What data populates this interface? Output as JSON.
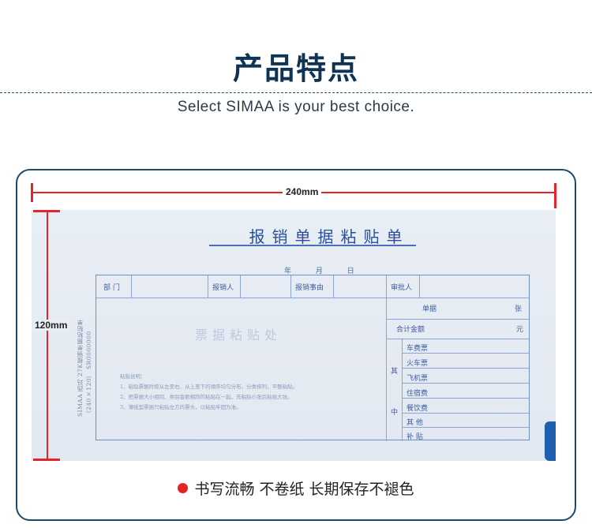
{
  "header": {
    "title": "产品特点",
    "subtitle": "Select SIMAA is your best choice."
  },
  "dimensions": {
    "width_label": "240mm",
    "height_label": "120mm"
  },
  "form": {
    "title": "报销单据粘贴单",
    "date": {
      "year": "年",
      "month": "月",
      "day": "日"
    },
    "side_text": "SIMAA  西玛 27K报销单据粘贴单（240×120）  SR0000000",
    "header_cells": [
      "部  门",
      "报销人",
      "报销事由",
      "审批人"
    ],
    "stamp": "票据粘贴处",
    "notes_title": "粘贴说明：",
    "notes": [
      "1、粘贴票据时按从左至右、从上至下的顺序均匀分布，分类排列，平整粘贴。",
      "2、把票据大小相同、类别金额相同的粘贴在一起，先粘贴小张后粘贴大张。",
      "3、薄纸型票据只粘贴左方的票头，以粘贴牢固为准。"
    ],
    "right_top": [
      {
        "label": "单据",
        "unit": "张"
      },
      {
        "label": "合计金额",
        "unit": "元"
      }
    ],
    "side_group_label_top": "其",
    "side_group_label_bottom": "中",
    "categories": [
      "车费票",
      "火车票",
      "飞机票",
      "住宿费",
      "餐饮费",
      "其  他",
      "补  贴"
    ]
  },
  "feature": {
    "text": "书写流畅  不卷纸  长期保存不褪色"
  },
  "colors": {
    "title": "#0f3352",
    "accent_red": "#e3262b",
    "form_blue": "#3d5f9e",
    "card_border": "#1a4a6e"
  }
}
